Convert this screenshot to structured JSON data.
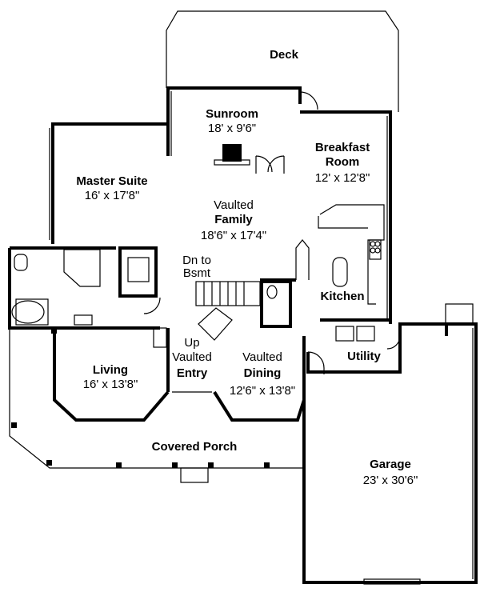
{
  "rooms": {
    "deck": {
      "name": "Deck"
    },
    "sunroom": {
      "name": "Sunroom",
      "size": "18' x 9'6\""
    },
    "breakfast": {
      "name1": "Breakfast",
      "name2": "Room",
      "size": "12' x 12'8\""
    },
    "master": {
      "name": "Master Suite",
      "size": "16' x 17'8\""
    },
    "family": {
      "prefix": "Vaulted",
      "name": "Family",
      "size": "18'6\" x 17'4\""
    },
    "stairs": {
      "line1": "Dn to",
      "line2": "Bsmt",
      "up": "Up"
    },
    "kitchen": {
      "name": "Kitchen"
    },
    "entry": {
      "prefix": "Vaulted",
      "name": "Entry"
    },
    "dining": {
      "prefix": "Vaulted",
      "name": "Dining",
      "size": "12'6\" x 13'8\""
    },
    "living": {
      "name": "Living",
      "size": "16' x 13'8\""
    },
    "utility": {
      "name": "Utility"
    },
    "porch": {
      "name": "Covered Porch"
    },
    "garage": {
      "name": "Garage",
      "size": "23' x 30'6\""
    }
  }
}
